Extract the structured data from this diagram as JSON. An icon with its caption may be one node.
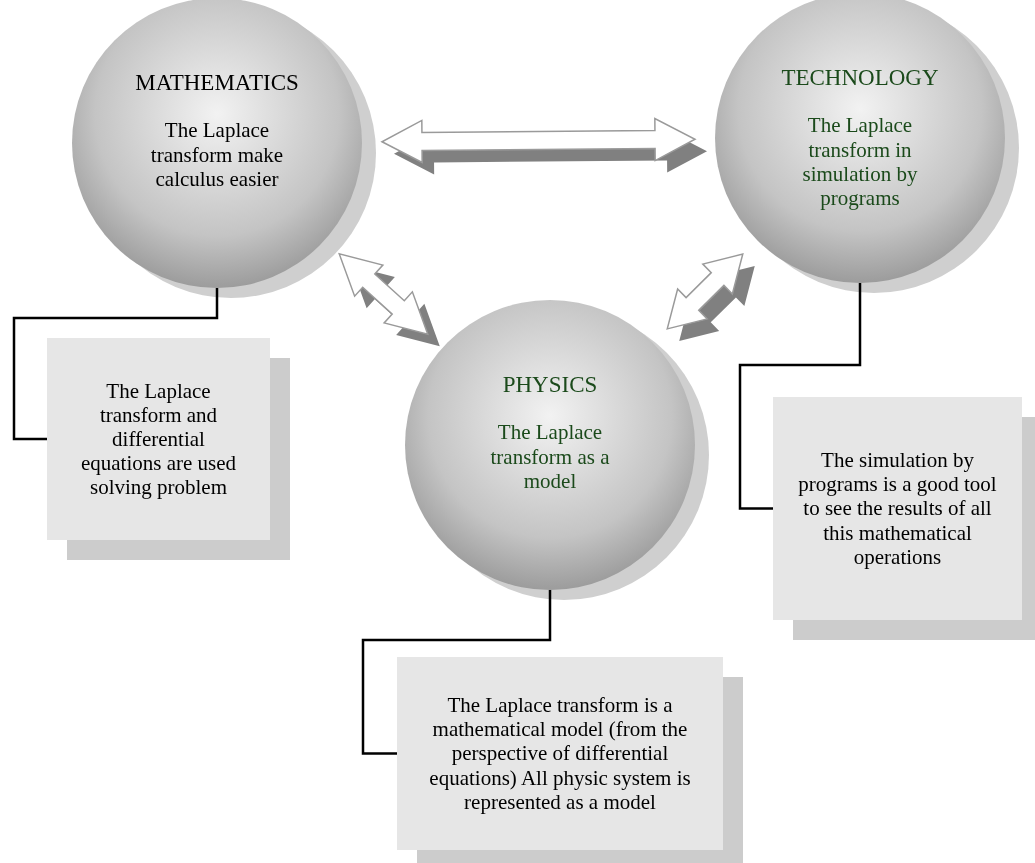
{
  "diagram": {
    "nodes": [
      {
        "text": [
          "MATHEMATICS",
          "The Laplace transform make calculus easier"
        ]
      },
      {
        "text": [
          "TECHNOLOGY",
          "The Laplace transform in simulation by programs"
        ]
      },
      {
        "text": [
          "PHYSICS",
          "The Laplace transform as a model"
        ]
      },
      {
        "text": [
          "The Laplace transform and differential equations are used solving problem"
        ]
      },
      {
        "text": [
          "The simulation by programs is a good tool to see the results of all this mathematical operations"
        ]
      },
      {
        "text": [
          "The Laplace transform is a mathematical model (from the perspective of differential equations) All physic system is represented as a model"
        ]
      }
    ],
    "edges": [
      {
        "from": 0,
        "to": 1,
        "arrow": "both"
      },
      {
        "from": 0,
        "to": 2,
        "arrow": "both"
      },
      {
        "from": 2,
        "to": 1,
        "arrow": "both"
      },
      {
        "from": 0,
        "to": 3,
        "arrow": "none"
      },
      {
        "from": 1,
        "to": 4,
        "arrow": "none"
      },
      {
        "from": 2,
        "to": 5,
        "arrow": "none"
      }
    ]
  }
}
